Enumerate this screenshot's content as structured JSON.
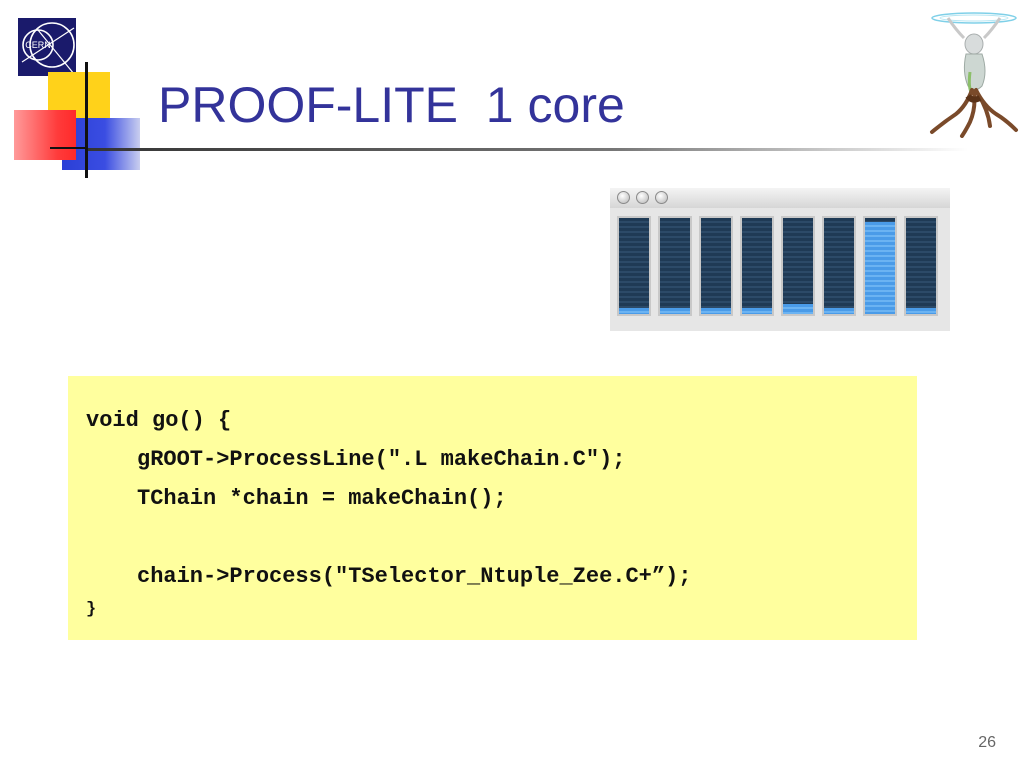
{
  "logo": {
    "text": "CERN"
  },
  "slide": {
    "title": "PROOF-LITE  1 core",
    "page_number": "26"
  },
  "icons": {
    "logo": "cern-logo",
    "mascot": "proof-mascot-icon",
    "window_buttons": "window-control-icon"
  },
  "colors": {
    "title": "#33339a",
    "code_background": "#ffff9e",
    "core_active": "#4a9be8",
    "core_idle": "#1f3a55"
  },
  "core_monitor": {
    "cores": [
      {
        "load": 0.06
      },
      {
        "load": 0.06
      },
      {
        "load": 0.06
      },
      {
        "load": 0.06
      },
      {
        "load": 0.1
      },
      {
        "load": 0.06
      },
      {
        "load": 0.96
      },
      {
        "load": 0.06
      }
    ]
  },
  "code": {
    "lines": [
      "void go() {",
      "gROOT->ProcessLine(\".L makeChain.C\");",
      "TChain *chain = makeChain();",
      "chain->Process(\"TSelector_Ntuple_Zee.C+”);",
      "}"
    ]
  }
}
